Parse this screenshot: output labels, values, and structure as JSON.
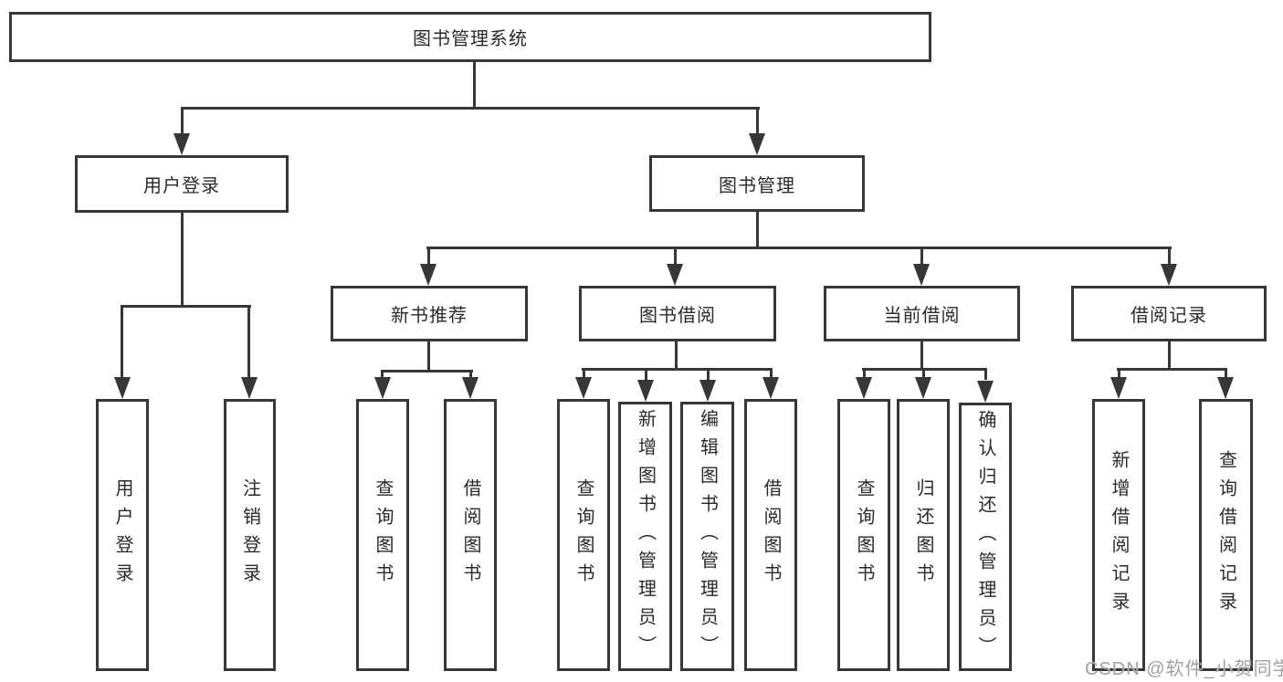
{
  "tree": {
    "label": "图书管理系统",
    "children": [
      {
        "label": "用户登录",
        "children": [
          {
            "label": "用户登录"
          },
          {
            "label": "注销登录"
          }
        ]
      },
      {
        "label": "图书管理",
        "children": [
          {
            "label": "新书推荐",
            "children": [
              {
                "label": "查询图书"
              },
              {
                "label": "借阅图书"
              }
            ]
          },
          {
            "label": "图书借阅",
            "children": [
              {
                "label": "查询图书"
              },
              {
                "label": "新增图书（管理员）"
              },
              {
                "label": "编辑图书（管理员）"
              },
              {
                "label": "借阅图书"
              }
            ]
          },
          {
            "label": "当前借阅",
            "children": [
              {
                "label": "查询图书"
              },
              {
                "label": "归还图书"
              },
              {
                "label": "确认归还（管理员）"
              }
            ]
          },
          {
            "label": "借阅记录",
            "children": [
              {
                "label": "新增借阅记录"
              },
              {
                "label": "查询借阅记录"
              }
            ]
          }
        ]
      }
    ]
  },
  "watermark": {
    "text": "CSDN @软件_小贺同学"
  },
  "colors": {
    "line": "#373737",
    "text": "#2a2a2a",
    "watermark": "#a0a0a4"
  }
}
